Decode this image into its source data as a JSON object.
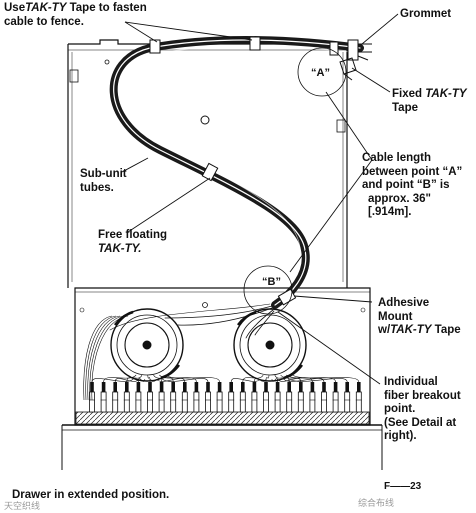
{
  "labels": {
    "tak_fence": {
      "pre": "Use",
      "brand": "TAK-TY",
      "post": " Tape to fasten",
      "line2": "cable to fence."
    },
    "grommet": "Grommet",
    "fixed_tape": {
      "pre": "Fixed ",
      "brand": "TAK-TY",
      "line2": "Tape"
    },
    "sub_unit": {
      "line1": "Sub-unit",
      "line2": "tubes."
    },
    "cable_length": {
      "line1": "Cable length",
      "line2": "between point “A”",
      "line3": "and point “B” is",
      "line4": "approx. 36\"",
      "line5": "[.914m]."
    },
    "free_floating": {
      "line1": "Free floating",
      "brand": "TAK-TY."
    },
    "adhesive": {
      "line1": "Adhesive",
      "line2": "Mount",
      "pre3": "w/",
      "brand3": "TAK-TY",
      "post3": " Tape"
    },
    "breakout": {
      "line1": "Individual",
      "line2": "fiber breakout",
      "line3": "point.",
      "line4": "(See Detail at",
      "line5": "right)."
    },
    "drawer": "Drawer in extended position.",
    "point_a": "“A”",
    "point_b": "“B”",
    "figure_no": "F——23"
  },
  "watermark": {
    "left": "天空织线",
    "right": "综合布线"
  },
  "colors": {
    "ink": "#111111",
    "cable": "#1a1a1a",
    "watermark": "#9a9a9a"
  }
}
